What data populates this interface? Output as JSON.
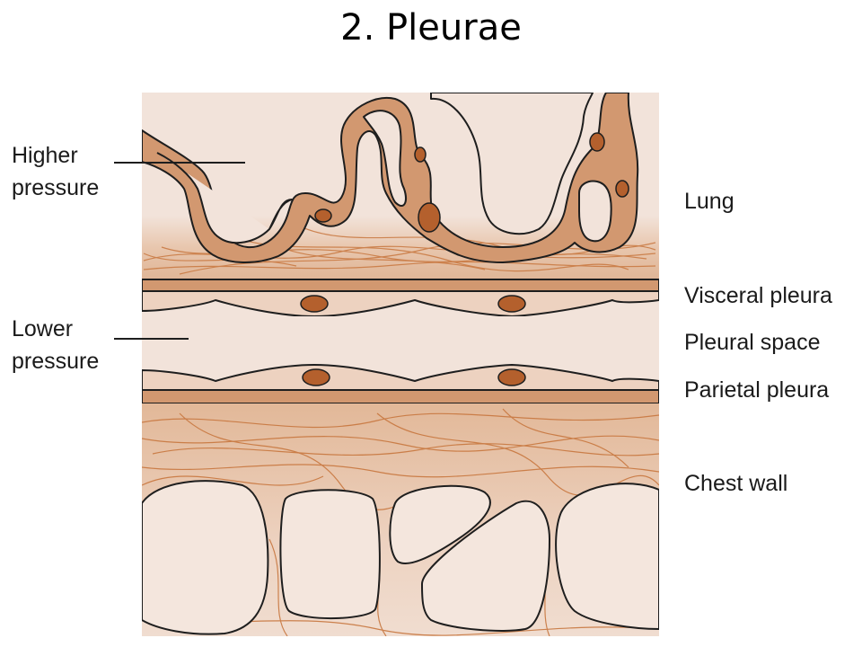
{
  "title": "2. Pleurae",
  "labels": {
    "higher_pressure": [
      "Higher",
      "pressure"
    ],
    "lower_pressure": [
      "Lower",
      "pressure"
    ],
    "lung": "Lung",
    "visceral_pleura": "Visceral pleura",
    "pleural_space": "Pleural space",
    "parietal_pleura": "Parietal pleura",
    "chest_wall": "Chest wall"
  },
  "colors": {
    "background": "#f2e3da",
    "tissue": "#d29870",
    "tissue_light": "#e5bc9c",
    "nucleus": "#b4602d",
    "fiber": "#c8773f",
    "outline": "#1e1e1e"
  }
}
